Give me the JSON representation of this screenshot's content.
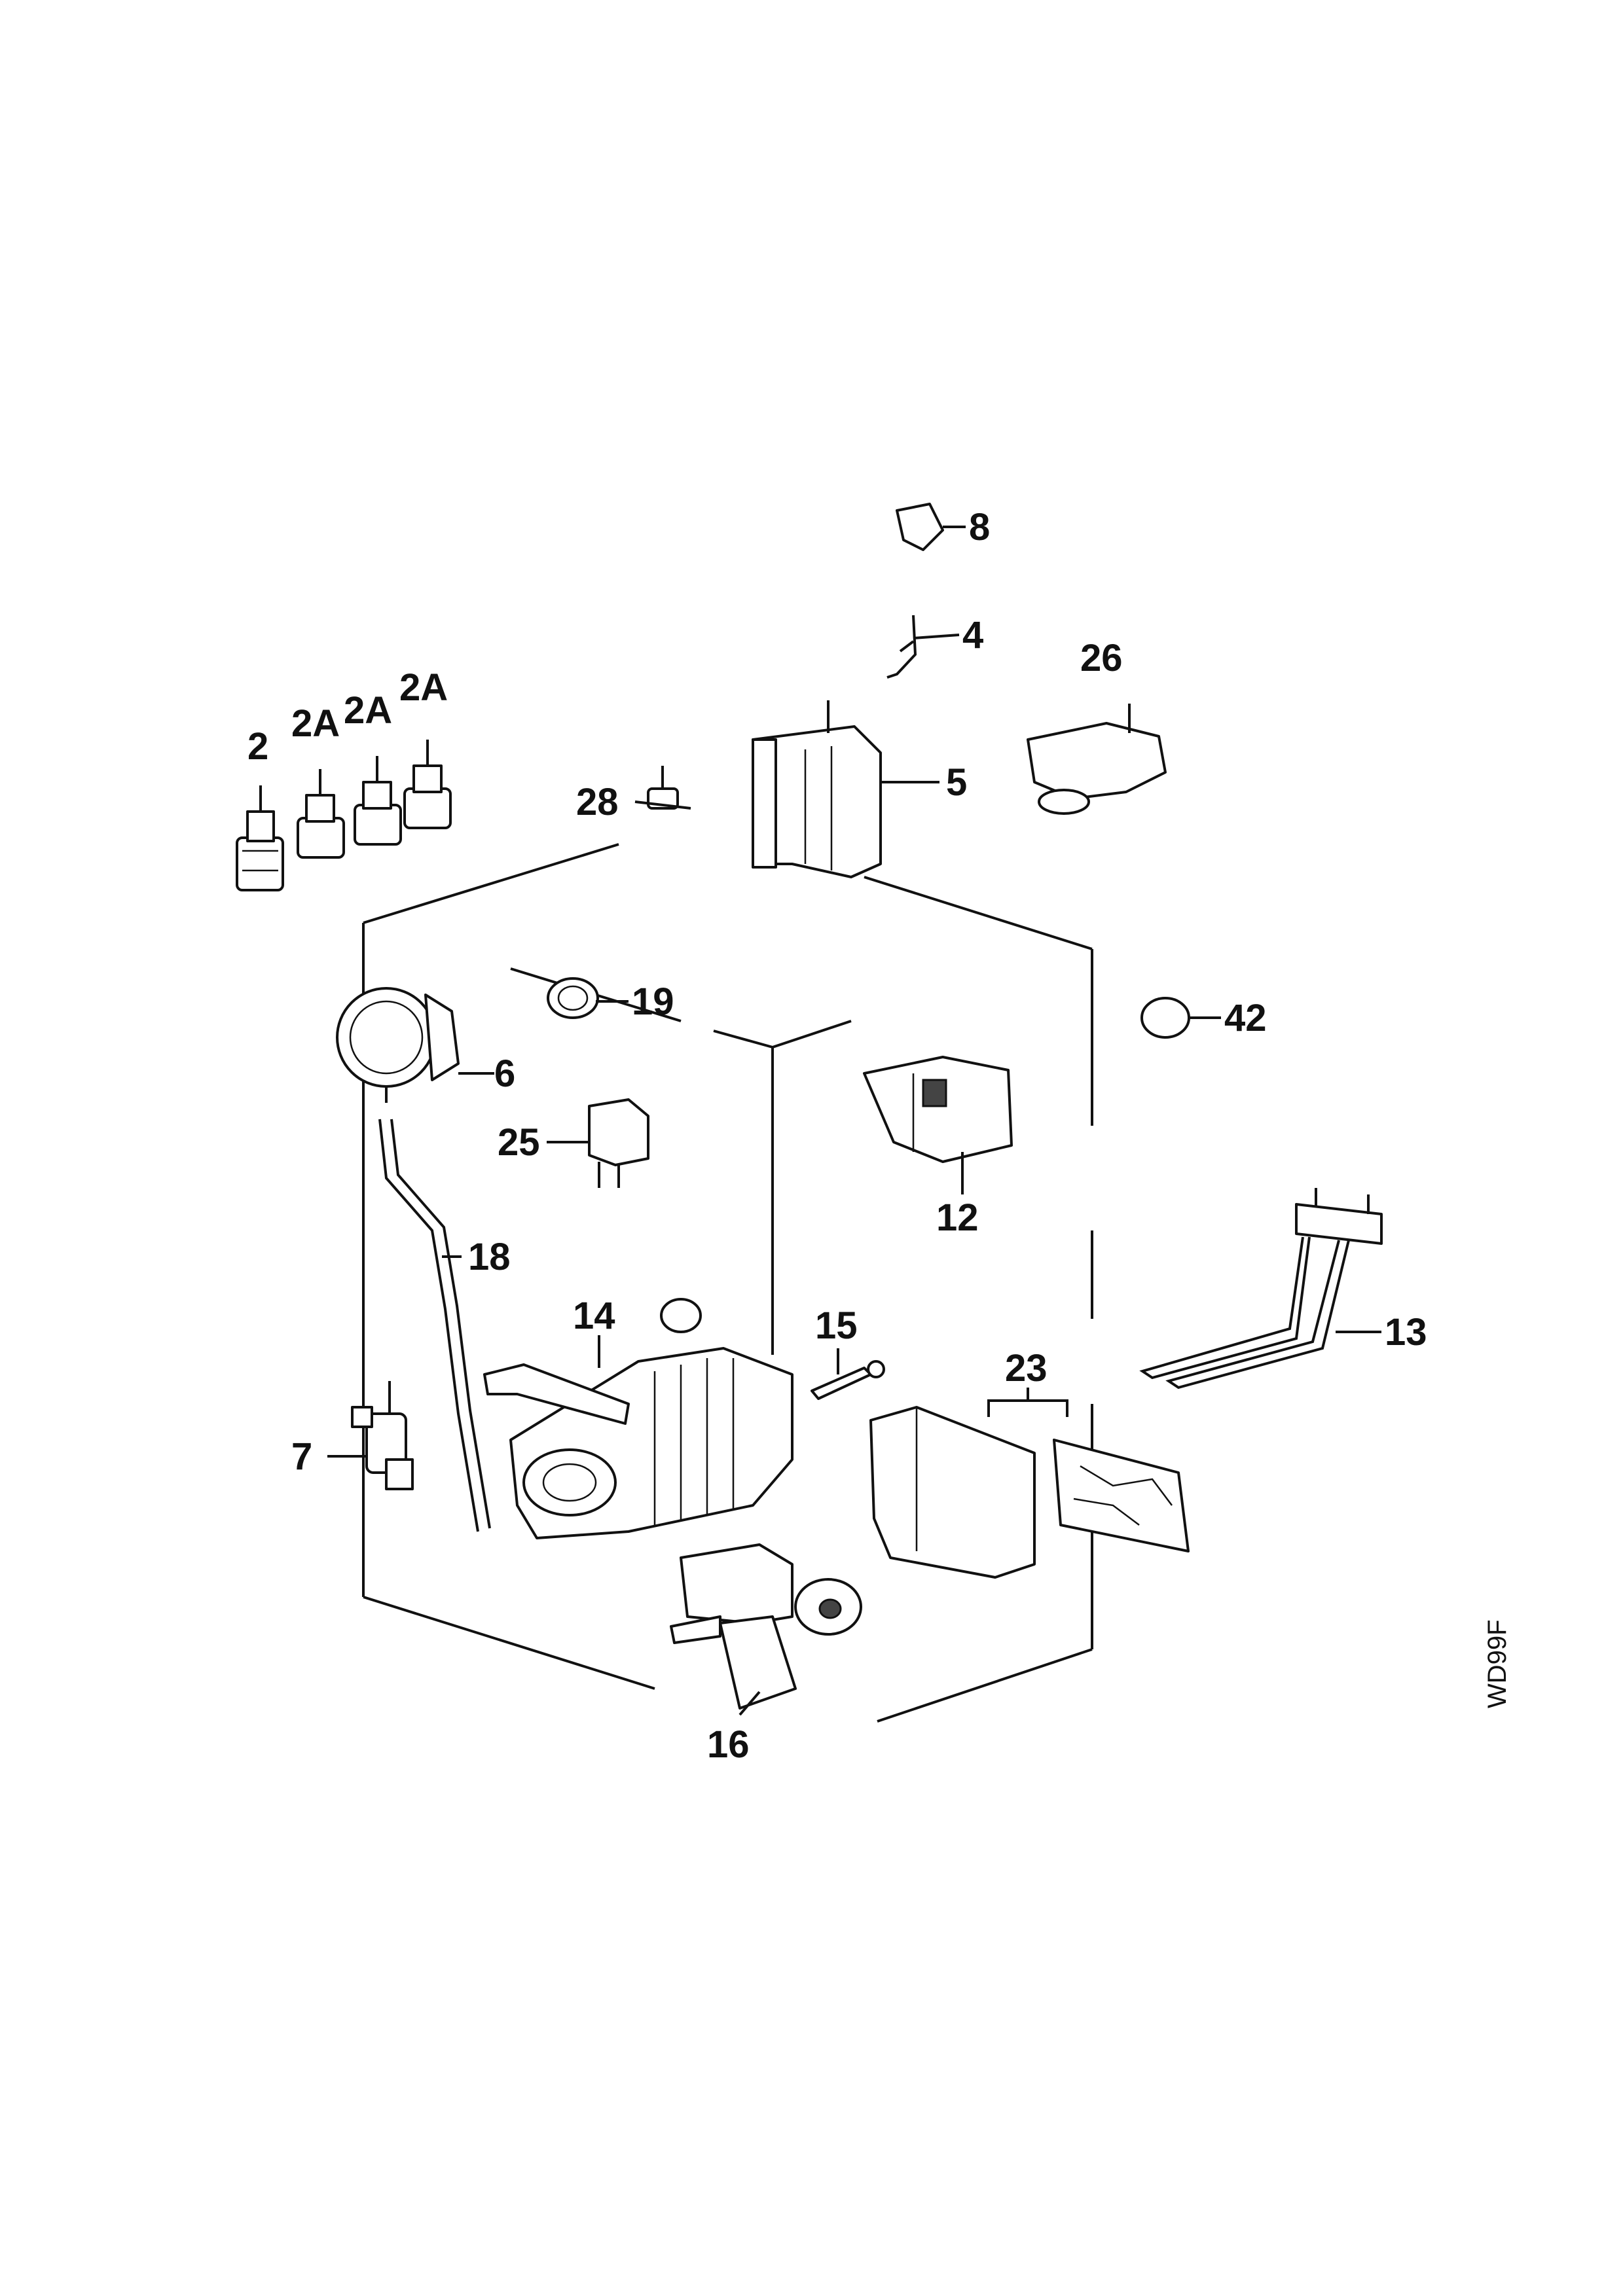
{
  "diagram": {
    "drawing_code": "WD99F",
    "parts": [
      {
        "id": "p2",
        "label": "2"
      },
      {
        "id": "p2a1",
        "label": "2A"
      },
      {
        "id": "p2a2",
        "label": "2A"
      },
      {
        "id": "p2a3",
        "label": "2A"
      },
      {
        "id": "p4",
        "label": "4"
      },
      {
        "id": "p5",
        "label": "5"
      },
      {
        "id": "p6",
        "label": "6"
      },
      {
        "id": "p7",
        "label": "7"
      },
      {
        "id": "p8",
        "label": "8"
      },
      {
        "id": "p12",
        "label": "12"
      },
      {
        "id": "p13",
        "label": "13"
      },
      {
        "id": "p14",
        "label": "14"
      },
      {
        "id": "p15",
        "label": "15"
      },
      {
        "id": "p16",
        "label": "16"
      },
      {
        "id": "p18",
        "label": "18"
      },
      {
        "id": "p19",
        "label": "19"
      },
      {
        "id": "p23",
        "label": "23"
      },
      {
        "id": "p25",
        "label": "25"
      },
      {
        "id": "p26",
        "label": "26"
      },
      {
        "id": "p28",
        "label": "28"
      },
      {
        "id": "p42",
        "label": "42"
      }
    ]
  }
}
